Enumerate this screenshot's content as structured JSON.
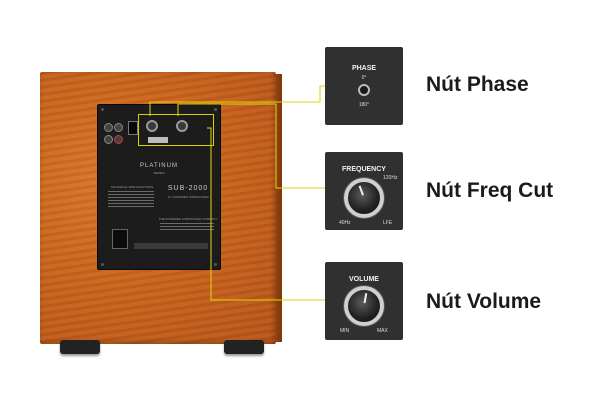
{
  "panel": {
    "brand_top": "PLATINUM",
    "brand_sub": "SERIES",
    "model": "SUB-2000",
    "model_sub": "12\" POWERED SUBWOOFER",
    "tech_heading": "TECHNICAL SPECIFICATIONS",
    "maker": "THE POWERED SUBWOOFER COMPANY"
  },
  "callouts": {
    "phase": {
      "title": "PHASE",
      "top_value": "0°",
      "bottom_value": "180°",
      "label": "Nút Phase"
    },
    "frequency": {
      "title": "FREQUENCY",
      "min_value": "40Hz",
      "max_value": "120Hz",
      "extra_value": "LFE",
      "label": "Nút Freq Cut"
    },
    "volume": {
      "title": "VOLUME",
      "min_value": "MIN",
      "max_value": "MAX",
      "label": "Nút Volume"
    }
  },
  "colors": {
    "leader_line": "#e2d40a",
    "wood": "#c8631c",
    "box_bg": "#303030"
  }
}
